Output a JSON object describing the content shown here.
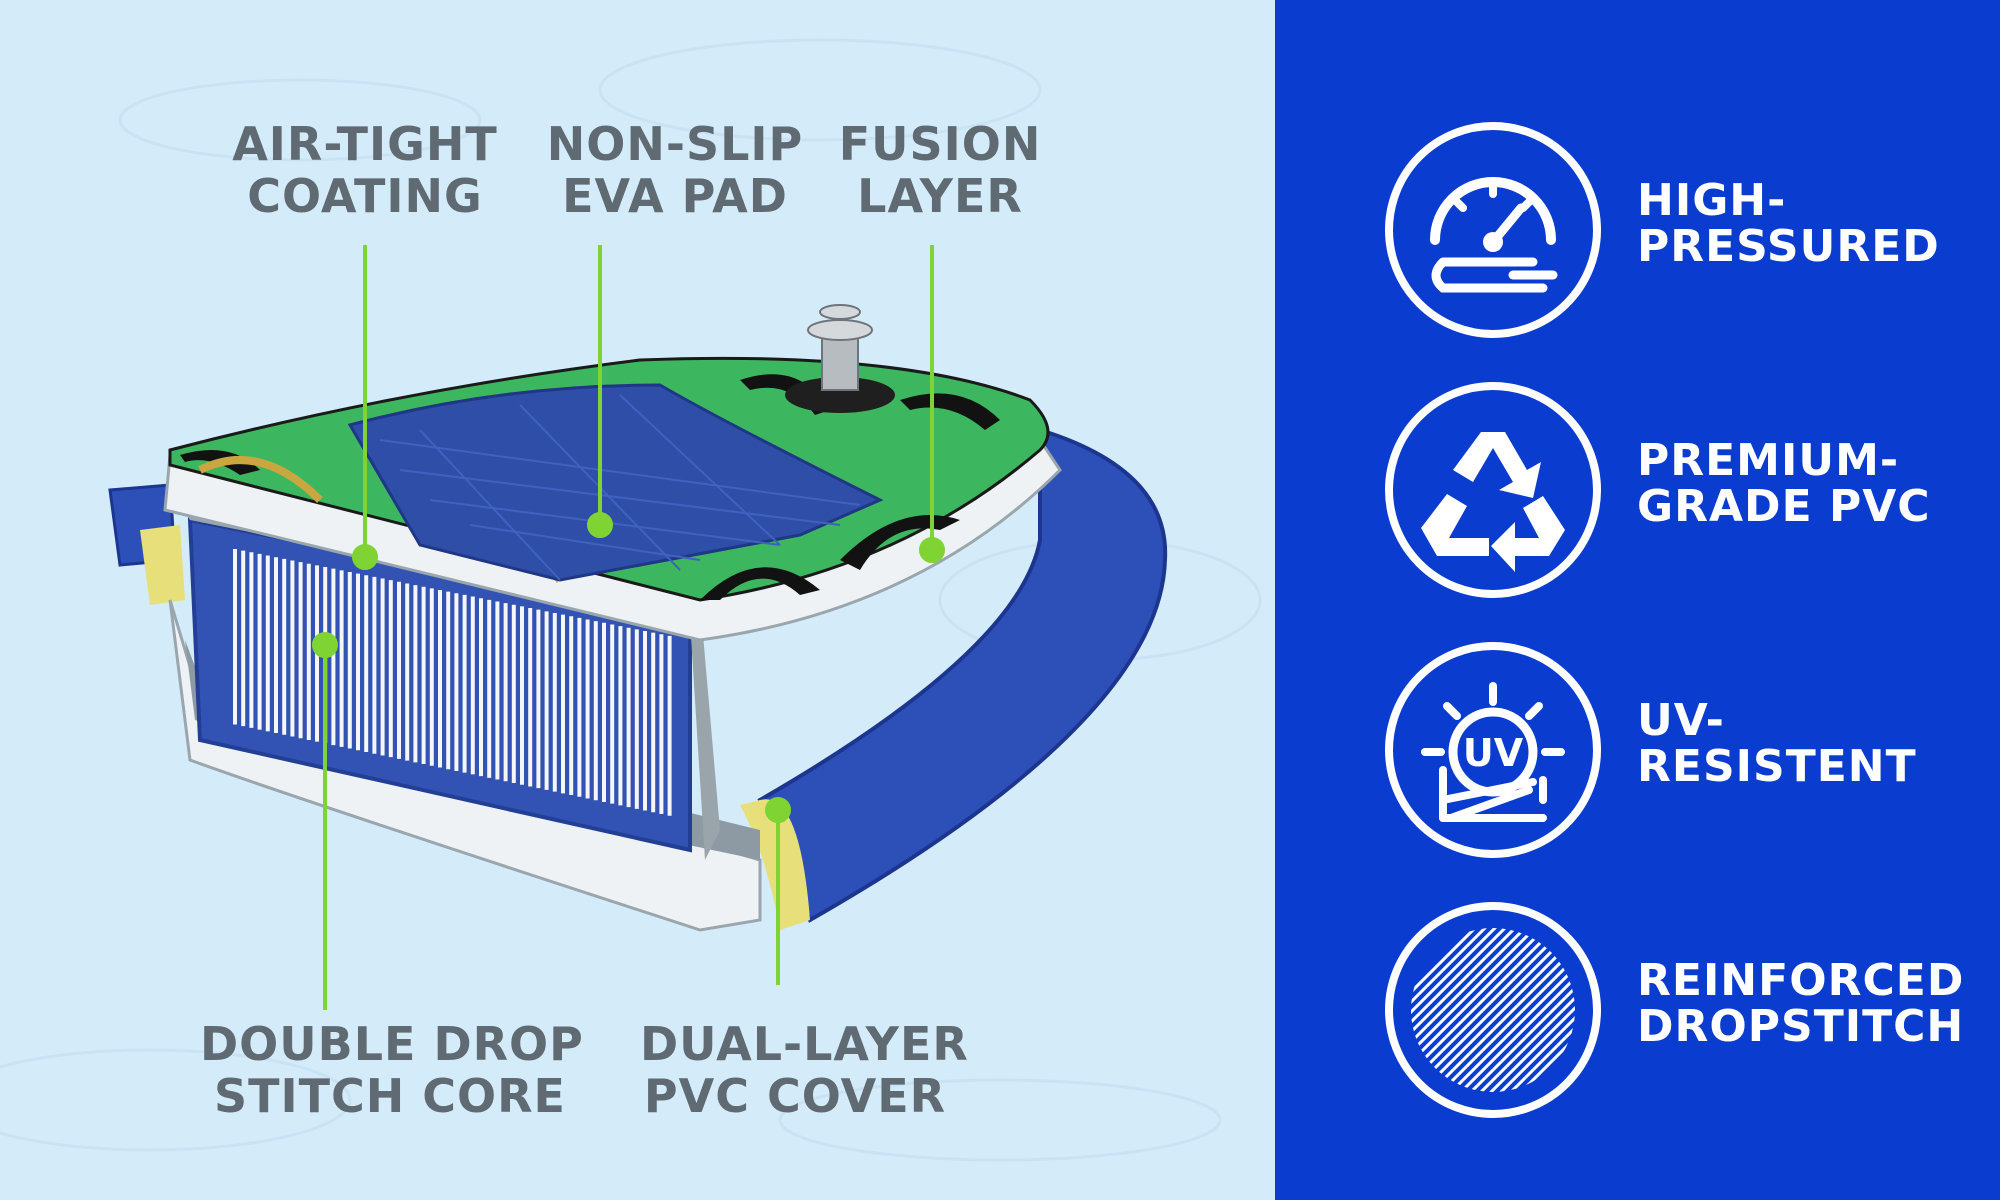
{
  "callouts": [
    {
      "id": "air-tight-coating",
      "lines": [
        "AIR-TIGHT",
        "COATING"
      ]
    },
    {
      "id": "non-slip-eva-pad",
      "lines": [
        "NON-SLIP",
        "EVA PAD"
      ]
    },
    {
      "id": "fusion-layer",
      "lines": [
        "FUSION",
        "LAYER"
      ]
    },
    {
      "id": "double-drop-stitch-core",
      "lines": [
        "DOUBLE DROP",
        "STITCH CORE"
      ]
    },
    {
      "id": "dual-layer-pvc-cover",
      "lines": [
        "DUAL-LAYER",
        "PVC COVER"
      ]
    }
  ],
  "features": [
    {
      "icon": "pressure-gauge-icon",
      "lines": [
        "HIGH-",
        "PRESSURED"
      ]
    },
    {
      "icon": "recycle-icon",
      "lines": [
        "PREMIUM-",
        "GRADE PVC"
      ]
    },
    {
      "icon": "uv-sun-icon",
      "icon_text": "UV",
      "lines": [
        "UV-",
        "RESISTENT"
      ]
    },
    {
      "icon": "dropstitch-hatch-icon",
      "lines": [
        "REINFORCED",
        "DROPSTITCH"
      ]
    }
  ],
  "colors": {
    "background": "#d4ebf9",
    "panel": "#0a3ccf",
    "label_text": "#5f6a72",
    "leader_line": "#7fd332",
    "board_blue": "#2d4fb8",
    "pad_blue": "#2e4ea8",
    "graphic_green": "#3cb760",
    "coating_yellow": "#e6df7a"
  }
}
